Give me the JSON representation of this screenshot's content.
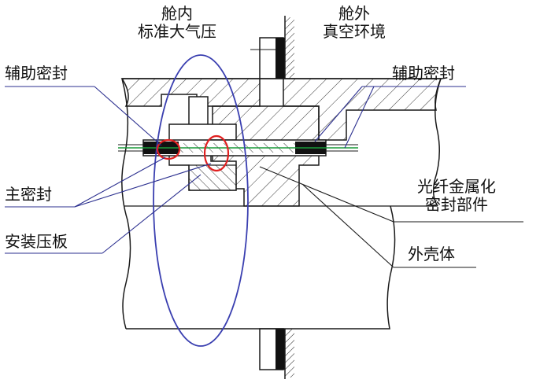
{
  "labels": {
    "cabin_inside_line1": "舱内",
    "cabin_inside_line2": "标准大气压",
    "cabin_outside_line1": "舱外",
    "cabin_outside_line2": "真空环境",
    "aux_seal_left": "辅助密封",
    "aux_seal_right": "辅助密封",
    "main_seal": "主密封",
    "mounting_plate": "安装压板",
    "fiber_part_line1": "光纤金属化",
    "fiber_part_line2": "密封部件",
    "housing": "外壳体"
  },
  "colors": {
    "outline": "#1a1a1a",
    "hatch": "#333333",
    "leader_lines": "#2b2f8f",
    "ellipse": "#3a3fb0",
    "highlight_circles": "#e02020",
    "fiber_green": "#1a9a3a"
  }
}
